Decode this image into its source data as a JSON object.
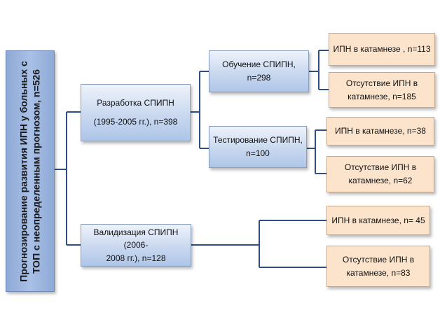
{
  "diagram": {
    "root": "Прогнозирование развития ИПН у больных с ТОП с неопределенным прогнозом, n=526",
    "development": {
      "line1": "Разработка СПИПН",
      "line2": "(1995-2005 гг.), n=398"
    },
    "validation": {
      "line1": "Валидизация СПИПН (2006-",
      "line2": "2008 гг.), n=128"
    },
    "training": "Обучение СПИПН, n=298",
    "testing": {
      "line1": "Тестирование СПИПН,",
      "line2": "n=100"
    },
    "outcomes": {
      "train_ipn": "ИПН в катамнезе , n=113",
      "train_absent": {
        "line1": "Отсутствие ИПН в",
        "line2": "катамнезе, n=185"
      },
      "test_ipn": "ИПН в катамнезе, n=38",
      "test_absent": {
        "line1": "Отсутствие ИПН в",
        "line2": "катамнезе, n=62"
      },
      "valid_ipn": "ИПН в катамнезе, n= 45",
      "valid_absent": {
        "line1": "Отсутствие ИПН в",
        "line2": "катамнезе, n=83"
      }
    },
    "colors": {
      "connector": "#2f4e86",
      "root_fill": "#9bb5df",
      "branch_fill": "#c9d8ef",
      "leaf_fill": "#fbe3cc"
    }
  }
}
